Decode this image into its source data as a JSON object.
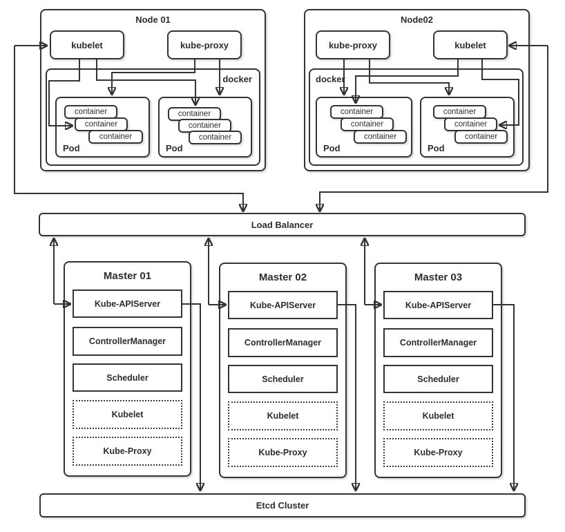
{
  "colors": {
    "line": "#333333",
    "border": "#333333",
    "text": "#2d2d2d",
    "background": "#ffffff"
  },
  "nodes": [
    {
      "title": "Node 01",
      "components": {
        "kubelet": "kubelet",
        "kube_proxy": "kube-proxy"
      },
      "docker_label": "docker",
      "pods": [
        {
          "label": "Pod",
          "containers": [
            "container",
            "container",
            "container"
          ]
        },
        {
          "label": "Pod",
          "containers": [
            "container",
            "container",
            "container"
          ]
        }
      ]
    },
    {
      "title": "Node02",
      "components": {
        "kubelet": "kubelet",
        "kube_proxy": "kube-proxy"
      },
      "docker_label": "docker",
      "pods": [
        {
          "label": "Pod",
          "containers": [
            "container",
            "container",
            "container"
          ]
        },
        {
          "label": "Pod",
          "containers": [
            "container",
            "container",
            "container"
          ]
        }
      ]
    }
  ],
  "load_balancer": {
    "label": "Load Balancer"
  },
  "masters": [
    {
      "title": "Master 01",
      "components": [
        "Kube-APIServer",
        "ControllerManager",
        "Scheduler",
        "Kubelet",
        "Kube-Proxy"
      ]
    },
    {
      "title": "Master 02",
      "components": [
        "Kube-APIServer",
        "ControllerManager",
        "Scheduler",
        "Kubelet",
        "Kube-Proxy"
      ]
    },
    {
      "title": "Master 03",
      "components": [
        "Kube-APIServer",
        "ControllerManager",
        "Scheduler",
        "Kubelet",
        "Kube-Proxy"
      ]
    }
  ],
  "etcd": {
    "label": "Etcd Cluster"
  }
}
